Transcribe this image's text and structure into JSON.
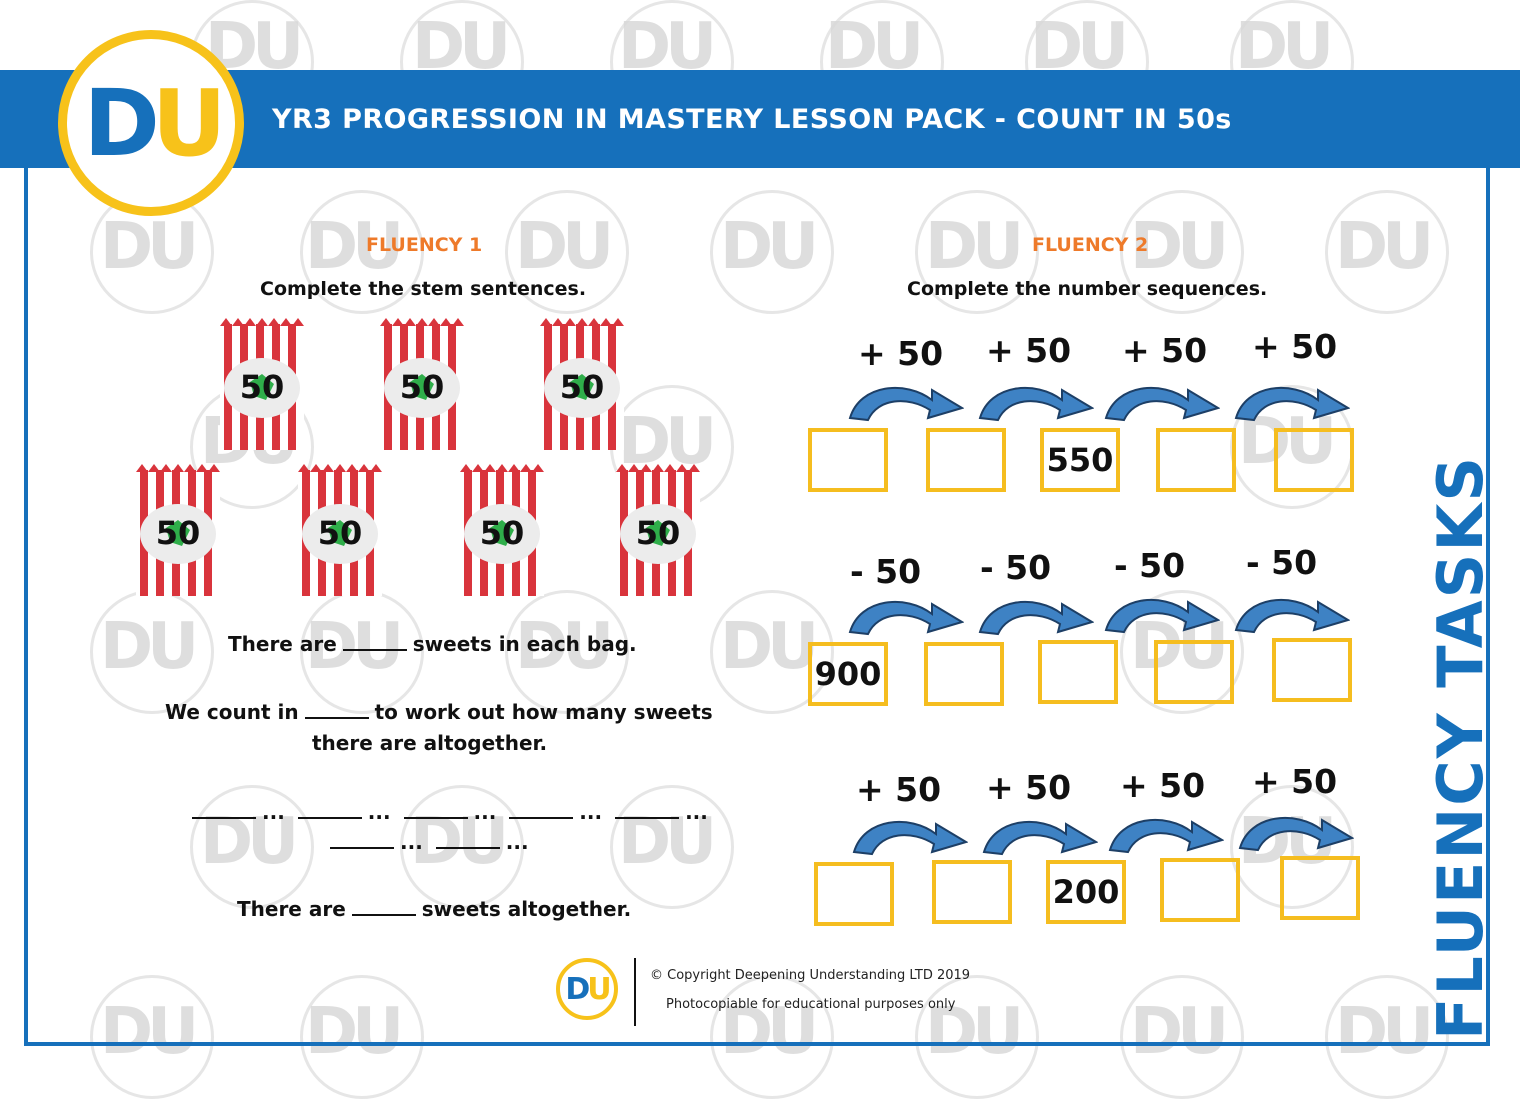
{
  "colors": {
    "brand_blue": "#1670bb",
    "brand_yellow": "#f7c21a",
    "section_orange": "#ee7a2a",
    "box_yellow": "#f5bd1f",
    "bag_red": "#d9343c",
    "arrow_blue": "#3e82c4"
  },
  "header": {
    "title": "YR3 PROGRESSION IN MASTERY LESSON PACK - COUNT IN 50s",
    "logo_d": "D",
    "logo_u": "U"
  },
  "watermark": {
    "d": "D",
    "u": "U"
  },
  "fluency1": {
    "title": "FLUENCY 1",
    "instruction": "Complete the stem sentences.",
    "bags": [
      "50",
      "50",
      "50",
      "50",
      "50",
      "50",
      "50"
    ],
    "sentence1_start": "There are",
    "sentence1_end": "sweets in each bag.",
    "sentence2_start": "We count in",
    "sentence2_mid": "to work out how many sweets",
    "sentence2_end": "there are altogether.",
    "dots": "...",
    "sentence3_start": "There are",
    "sentence3_end": "sweets altogether."
  },
  "fluency2": {
    "title": "FLUENCY 2",
    "instruction": "Complete the number sequences.",
    "row1": {
      "ops": [
        "+ 50",
        "+ 50",
        "+ 50",
        "+ 50"
      ],
      "boxes": [
        "",
        "",
        "550",
        "",
        ""
      ]
    },
    "row2": {
      "ops": [
        "- 50",
        "- 50",
        "- 50",
        "- 50"
      ],
      "boxes": [
        "900",
        "",
        "",
        "",
        ""
      ]
    },
    "row3": {
      "ops": [
        "+ 50",
        "+ 50",
        "+ 50",
        "+ 50"
      ],
      "boxes": [
        "",
        "",
        "200",
        "",
        ""
      ]
    }
  },
  "side_title": "FLUENCY TASKS",
  "footer": {
    "logo_d": "D",
    "logo_u": "U",
    "copyright": "© Copyright Deepening Understanding LTD 2019",
    "note": "Photocopiable for educational purposes only"
  }
}
